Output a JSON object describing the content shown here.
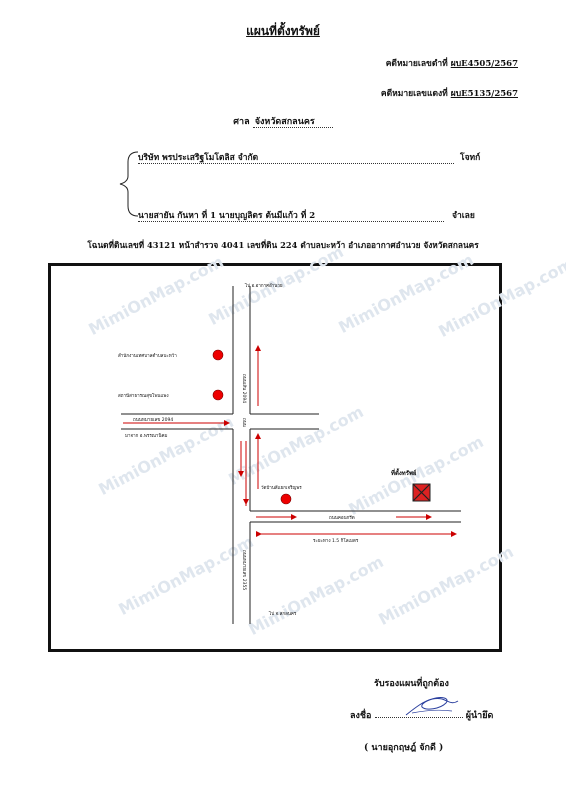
{
  "header": {
    "title": "แผนที่ตั้งทรัพย์",
    "black_case_label": "คดีหมายเลขดำที่",
    "black_case_no": "ผบE4505/2567",
    "red_case_label": "คดีหมายเลขแดงที่",
    "red_case_no": "ผบE5135/2567",
    "court_label": "ศาล",
    "court_name": "จังหวัดสกลนคร"
  },
  "parties": {
    "plaintiff": "บริษัท พรประเสริฐโมโตลิส จำกัด",
    "plaintiff_role": "โจทก์",
    "defendant": "นายสายัน กันหา ที่ 1 นายบุญลิตร ต้นมีแก้ว ที่ 2",
    "defendant_role": "จำเลย"
  },
  "deed_line": "โฉนดที่ดินเลขที่ 43121 หน้าสำรวจ 4041 เลขที่ดิน 224 ตำบลบะหว้า อำเภออากาศอำนวย จังหวัดสกลนคร",
  "map": {
    "labels": {
      "to_akat": "ไป อ.อากาศอำนวย",
      "office": "สำนักงานเทศบาลตำบลบะหว้า",
      "health": "สถานีสาธารณสุขโพนแพง",
      "road_2094": "ถนนหมายเลข 2094",
      "from_phanna": "มาจาก อ.พรรณานิคม",
      "vert_road_top": "ถนนเส้น 2094",
      "vert_road_mid": "ถนน",
      "temple": "วัดบ้านสีแยกเจริญพร",
      "property": "ที่ตั้งทรัพย์",
      "concrete_road": "ถนนคอนกรีต",
      "distance": "ระยะทาง  1.5  กิโลเมตร",
      "vert_road_bottom": "ถนนหมายเลข 2355",
      "to_sakon": "ไป จ.สกลนคร"
    },
    "watermark": "MimiOnMap.com"
  },
  "footer": {
    "certify": "รับรองแผนที่ถูกต้อง",
    "sign_label": "ลงชื่อ",
    "seizer_role": "ผู้นำยึด",
    "signer_name": "(     นายอุกฤษฎ์ จักดี     )"
  }
}
